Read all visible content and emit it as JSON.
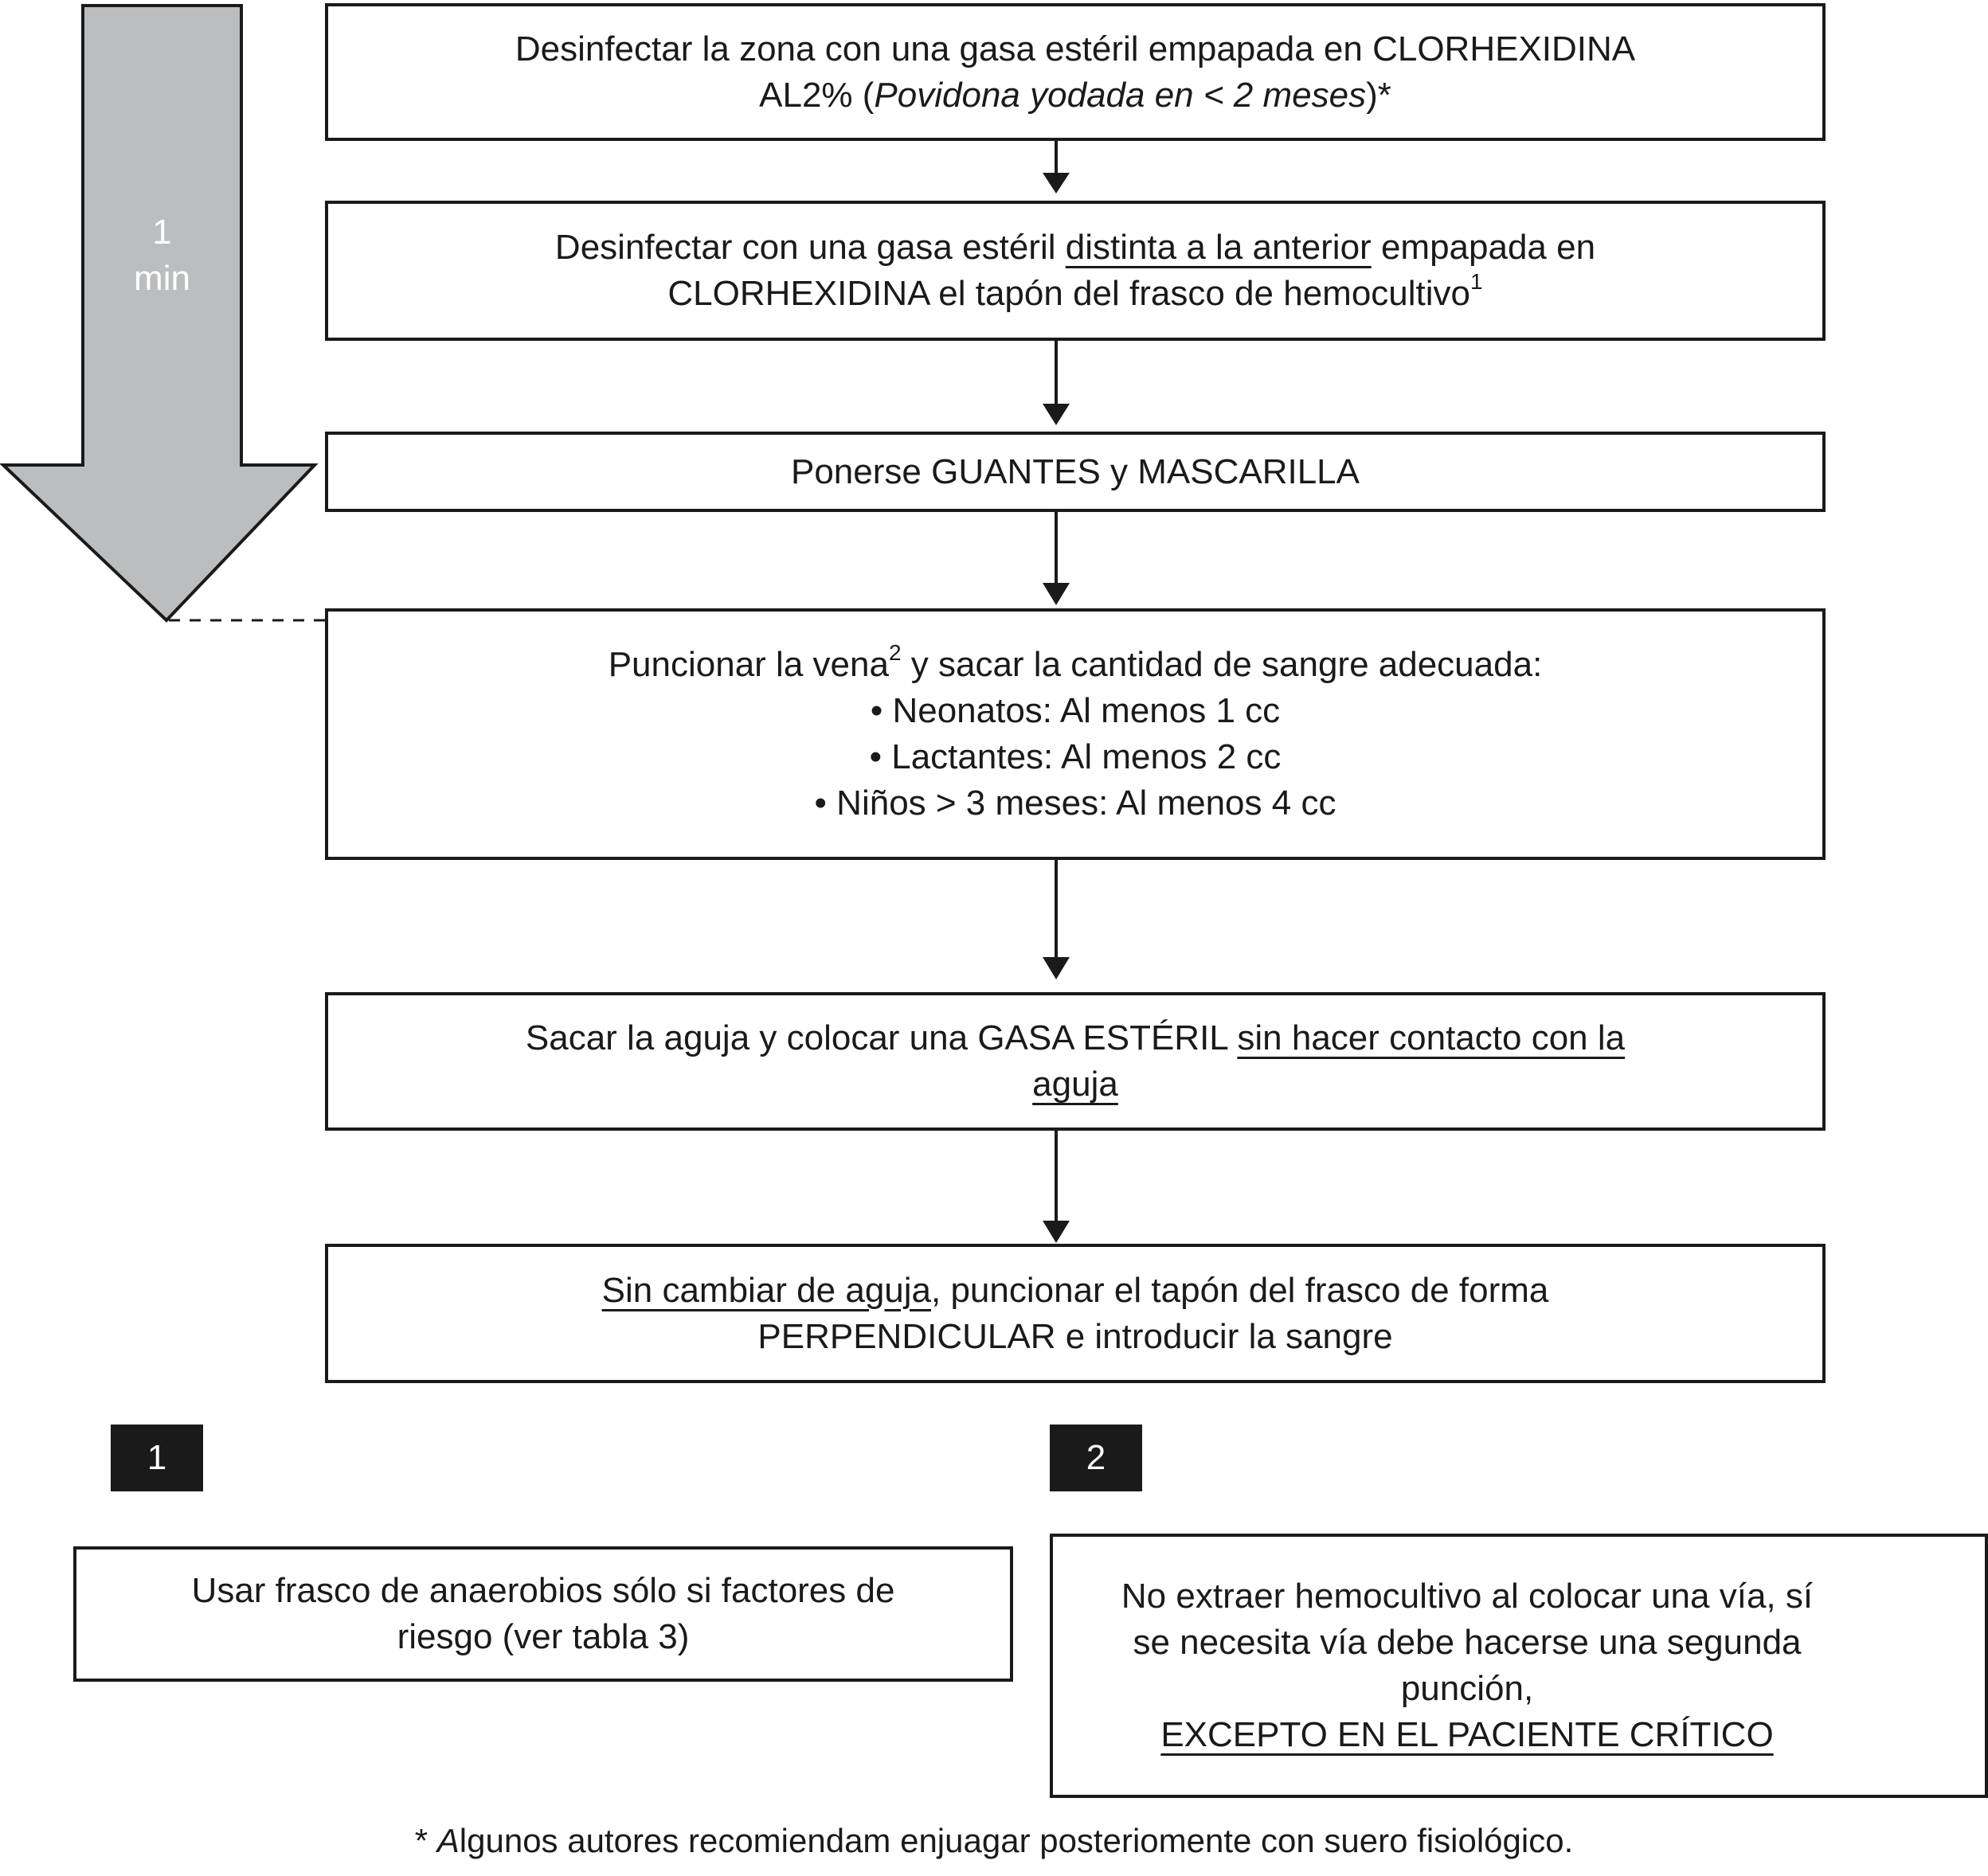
{
  "timer": {
    "line1": "1",
    "line2": "min"
  },
  "steps": [
    {
      "line1": "Desinfectar la zona con una gasa estéril empapada en CLORHEXIDINA",
      "line2_a": "AL2% (",
      "line2_italic": "Povidona yodada en < 2 meses",
      "line2_b": ")*"
    },
    {
      "line1_a": "Desinfectar con una gasa estéril ",
      "line1_u": "distinta a la anterior",
      "line1_b": " empapada en",
      "line2": "CLORHEXIDINA el tapón del frasco de hemocultivo",
      "line2_sup": "1"
    },
    {
      "text": "Ponerse GUANTES y MASCARILLA"
    },
    {
      "line1_a": "Puncionar la vena",
      "line1_sup": "2",
      "line1_b": " y sacar la cantidad de sangre adecuada:",
      "bullets": [
        "Neonatos: Al menos 1 cc",
        "Lactantes: Al menos 2 cc",
        "Niños > 3 meses: Al menos 4 cc"
      ]
    },
    {
      "line1_a": "Sacar la aguja y colocar una GASA ESTÉRIL ",
      "line1_u": "sin hacer contacto con la",
      "line2_u": "aguja"
    },
    {
      "line1_u": "Sin cambiar de aguja",
      "line1_b": ", puncionar el tapón del frasco de forma",
      "line2": "PERPENDICULAR e introducir la sangre"
    }
  ],
  "notes": [
    {
      "tag": "1",
      "line1": "Usar frasco de anaerobios sólo si factores de",
      "line2": "riesgo (ver tabla 3)"
    },
    {
      "tag": "2",
      "line1": "No extraer hemocultivo al colocar una vía, sí",
      "line2": "se necesita vía debe hacerse una segunda",
      "line3": "punción,",
      "line4": "EXCEPTO EN EL PACIENTE CRÍTICO"
    }
  ],
  "footnote": {
    "a": "* ",
    "italic": "A",
    "b": "lgunos autores recomiendam enjuagar posteriomente con suero fisiológico."
  },
  "colors": {
    "arrow_fill": "#bcbdbf",
    "stroke": "#1a1a1a",
    "tag_bg": "#1a1a1a"
  }
}
